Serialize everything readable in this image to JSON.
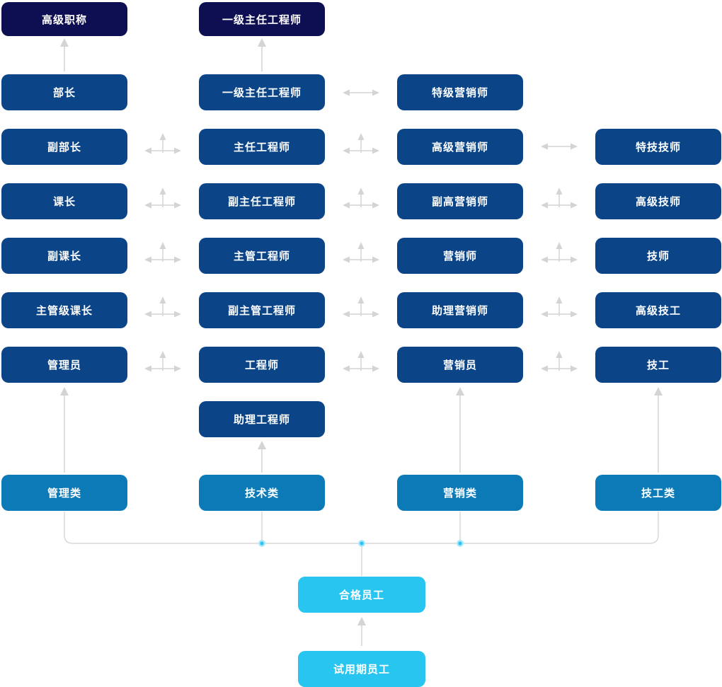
{
  "diagram": {
    "top_titles": [
      {
        "label": "高级职称"
      },
      {
        "label": "一级主任工程师"
      }
    ],
    "columns": [
      {
        "category": "管理类",
        "roles": [
          "部长",
          "副部长",
          "课长",
          "副课长",
          "主管级课长",
          "管理员"
        ]
      },
      {
        "category": "技术类",
        "roles": [
          "一级主任工程师",
          "主任工程师",
          "副主任工程师",
          "主管工程师",
          "副主管工程师",
          "工程师",
          "助理工程师"
        ]
      },
      {
        "category": "营销类",
        "roles": [
          "特级营销师",
          "高级营销师",
          "副高营销师",
          "营销师",
          "助理营销师",
          "营销员"
        ]
      },
      {
        "category": "技工类",
        "roles": [
          "特技技师",
          "高级技师",
          "技师",
          "高级技工",
          "技工"
        ]
      }
    ],
    "base_nodes": [
      {
        "label": "合格员工"
      },
      {
        "label": "试用期员工"
      }
    ],
    "colors": {
      "top_title_bg": "#0e0e52",
      "role_bg": "#0b4588",
      "category_bg": "#0c7ab6",
      "base_bg": "#29c5f1",
      "connector_gray": "#d9d9d9",
      "junction_dot": "#29c5f1",
      "junction_dot_ring": "#aee8f8",
      "text": "#ffffff"
    }
  }
}
